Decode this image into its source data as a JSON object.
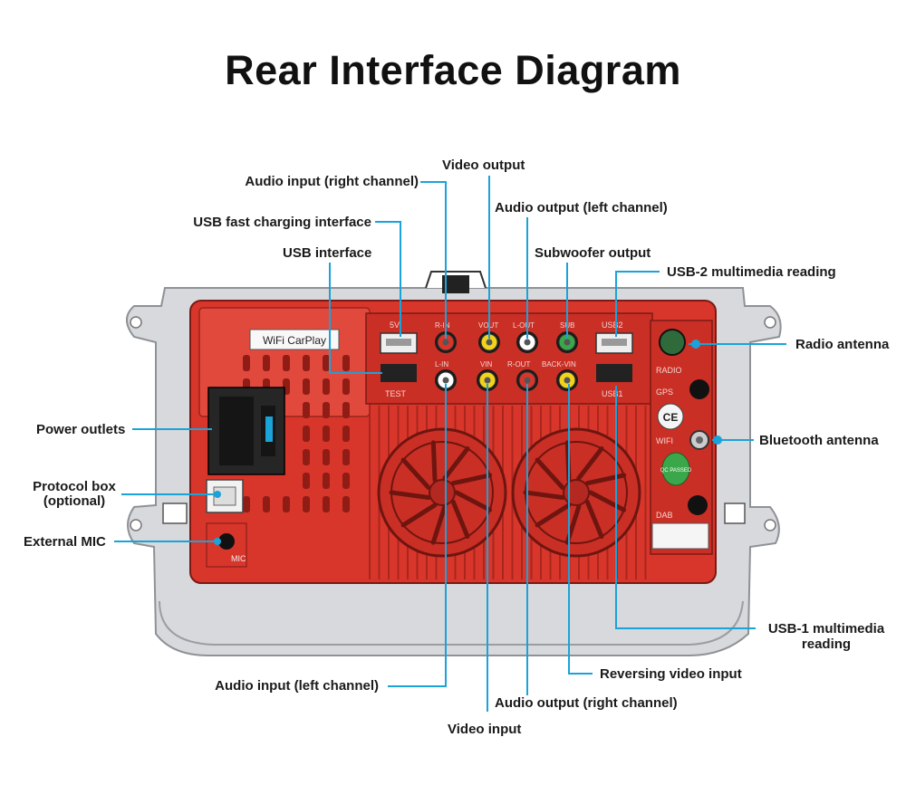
{
  "title": "Rear Interface Diagram",
  "accent_color": "#1aa3d9",
  "unit_color": "#d9362b",
  "sticker_text": "WiFi CarPlay",
  "panel_labels": {
    "usb_top": "5V",
    "rl": "R-IN",
    "vo": "VOUT",
    "lo": "L-OUT",
    "sub": "SUB",
    "usb2": "USB2",
    "li": "L-IN",
    "vi": "VIN",
    "ro": "R-OUT",
    "bv": "BACK-VIN",
    "usb1": "USB1",
    "test": "TEST",
    "radio": "RADIO",
    "gps": "GPS",
    "wifi": "WIFI",
    "dab": "DAB",
    "mic": "MIC",
    "qc": "QC PASSED",
    "ce": "CE"
  },
  "labels": {
    "audio_in_r": "Audio input (right channel)",
    "video_out": "Video output",
    "usb_fast": "USB fast charging interface",
    "audio_out_l": "Audio output (left channel)",
    "usb_iface": "USB interface",
    "subwoofer": "Subwoofer output",
    "usb2": "USB-2 multimedia reading",
    "radio_ant": "Radio antenna",
    "power": "Power outlets",
    "bt_ant": "Bluetooth antenna",
    "protocol_1": "Protocol box",
    "protocol_2": "(optional)",
    "mic": "External MIC",
    "usb1_1": "USB-1 multimedia",
    "usb1_2": "reading",
    "reversing": "Reversing video input",
    "audio_in_l": "Audio input (left channel)",
    "audio_out_r": "Audio output (right channel)",
    "video_in": "Video input"
  }
}
